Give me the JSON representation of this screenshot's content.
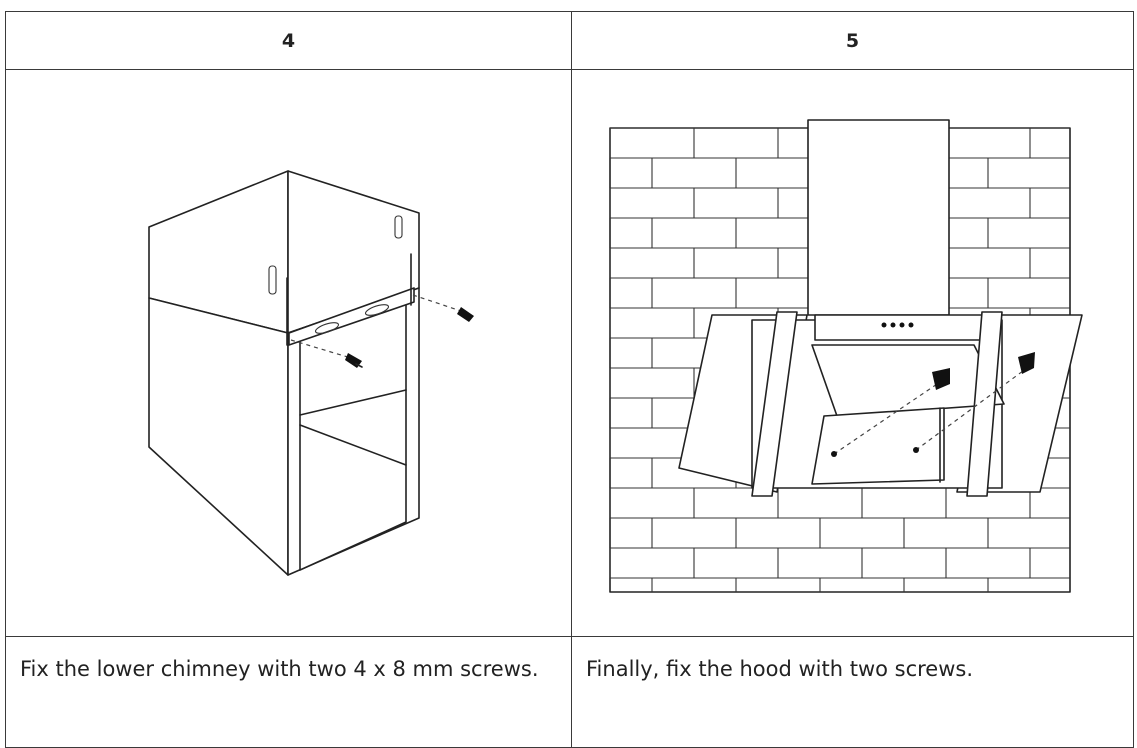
{
  "steps": [
    {
      "number": "4",
      "caption": "Fix the lower chimney with two 4 x 8 mm screws.",
      "figure_icon": "chimney-assembly-icon"
    },
    {
      "number": "5",
      "caption": "Finally, fix the hood with two screws.",
      "figure_icon": "hood-wall-mount-icon"
    }
  ]
}
